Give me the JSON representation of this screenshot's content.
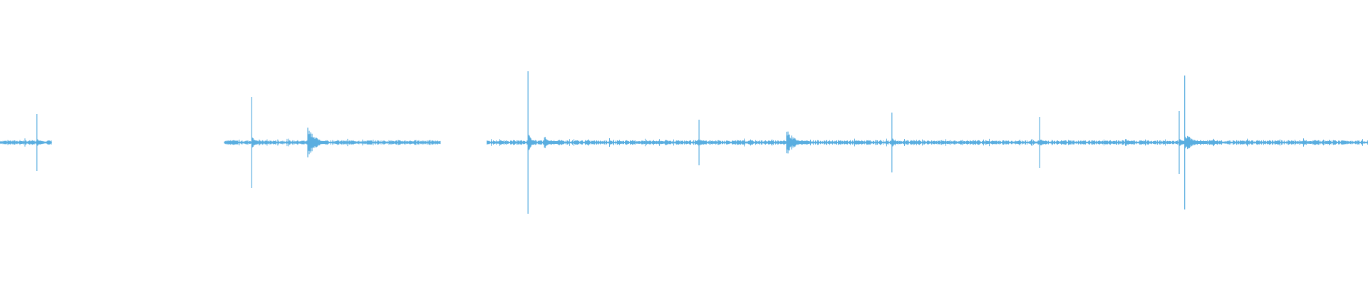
{
  "waveform": {
    "color": "#5aaee0",
    "background": "#ffffff",
    "segments": [
      {
        "start": 0.0,
        "end": 0.038
      },
      {
        "start": 0.164,
        "end": 0.322
      },
      {
        "start": 0.356,
        "end": 1.0
      }
    ],
    "peaks": [
      {
        "position": 0.027,
        "amplitude": 0.2,
        "shape": "spike"
      },
      {
        "position": 0.184,
        "amplitude": 0.32,
        "shape": "spike"
      },
      {
        "position": 0.225,
        "amplitude": 0.12,
        "shape": "burst"
      },
      {
        "position": 0.386,
        "amplitude": 0.5,
        "shape": "spike"
      },
      {
        "position": 0.398,
        "amplitude": 0.04,
        "shape": "burst"
      },
      {
        "position": 0.511,
        "amplitude": 0.16,
        "shape": "spike"
      },
      {
        "position": 0.575,
        "amplitude": 0.1,
        "shape": "burst"
      },
      {
        "position": 0.652,
        "amplitude": 0.21,
        "shape": "spike"
      },
      {
        "position": 0.76,
        "amplitude": 0.18,
        "shape": "spike"
      },
      {
        "position": 0.862,
        "amplitude": 0.22,
        "shape": "spike"
      },
      {
        "position": 0.866,
        "amplitude": 0.47,
        "shape": "spike"
      },
      {
        "position": 0.868,
        "amplitude": 0.05,
        "shape": "burst"
      }
    ]
  }
}
